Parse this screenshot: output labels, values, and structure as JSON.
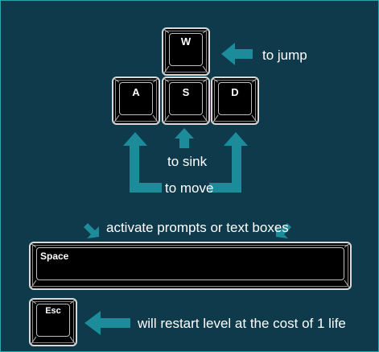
{
  "colors": {
    "background": "#0e3a4b",
    "arrow": "#1c8c9a",
    "border": "#2aa6b1"
  },
  "keys": {
    "w": "W",
    "a": "A",
    "s": "S",
    "d": "D",
    "space": "Space",
    "esc": "Esc"
  },
  "captions": {
    "jump": "to jump",
    "sink": "to sink",
    "move": "to move",
    "activate": "activate prompts or text boxes",
    "restart": "will restart level at the cost of 1 life"
  }
}
